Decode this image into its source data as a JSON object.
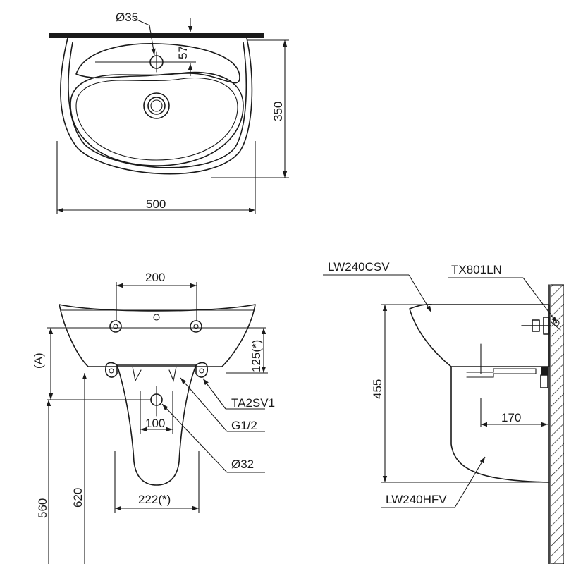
{
  "top_view": {
    "hole_diameter": "Ø35",
    "hole_offset": "57",
    "depth": "350",
    "width": "500"
  },
  "front_view": {
    "tap_spacing": "200",
    "height_a": "(A)",
    "offset_125": "125(*)",
    "label_valve": "TA2SV1",
    "label_thread": "G1/2",
    "label_drain": "Ø32",
    "spacing_100": "100",
    "pedestal_width": "222(*)",
    "height_560": "560",
    "height_620": "620"
  },
  "side_view": {
    "label_basin": "LW240CSV",
    "label_bolt": "TX801LN",
    "label_pedestal": "LW240HFV",
    "height_455": "455",
    "depth_170": "170"
  }
}
